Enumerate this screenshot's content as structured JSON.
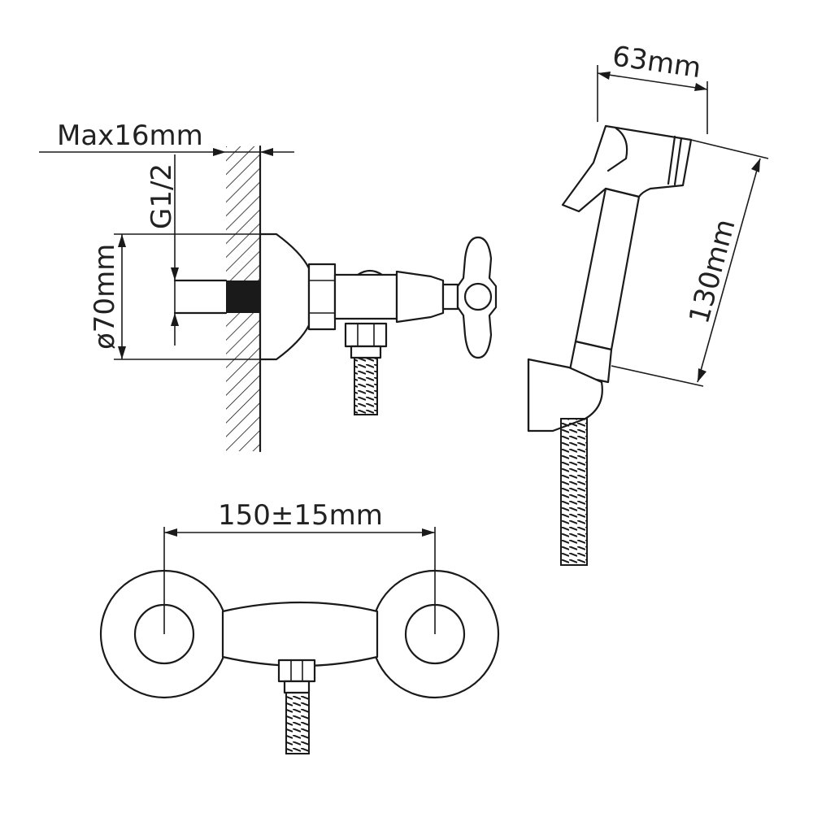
{
  "dimensions": {
    "max_depth": "Max16mm",
    "thread": "G1/2",
    "diameter": "ø70mm",
    "spacing": "150±15mm",
    "head_width": "63mm",
    "handle_length": "130mm"
  },
  "colors": {
    "line": "#1a1a1a",
    "background": "#ffffff",
    "text": "#222222"
  }
}
